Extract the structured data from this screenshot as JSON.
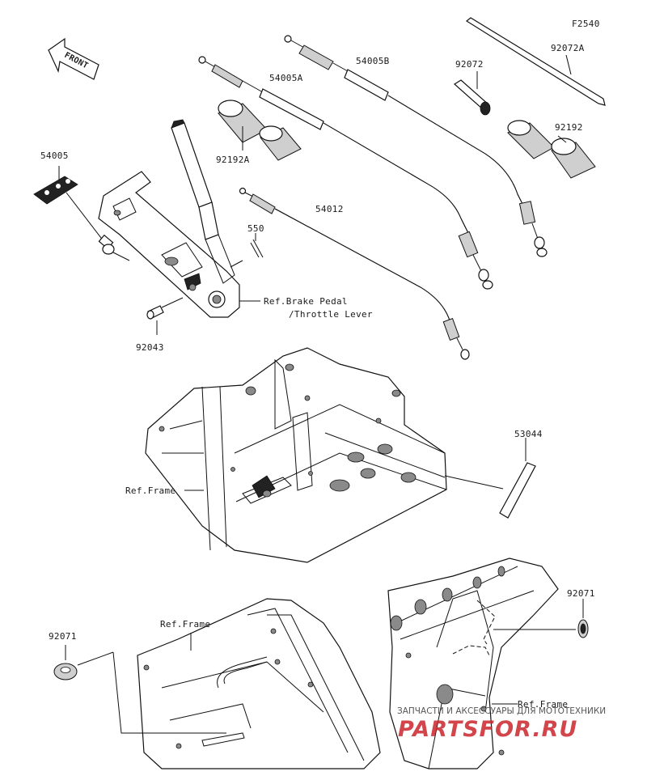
{
  "diagram": {
    "figure_code": "F2540",
    "front_label": "FRONT",
    "parts": {
      "p54005": "54005",
      "p54005A": "54005A",
      "p54005B": "54005B",
      "p92072": "92072",
      "p92072A": "92072A",
      "p92192": "92192",
      "p92192A": "92192A",
      "p54012": "54012",
      "p550": "550",
      "p92043": "92043",
      "p53044": "53044",
      "p92071_left": "92071",
      "p92071_right": "92071"
    },
    "refs": {
      "brake_line1": "Ref.Brake Pedal",
      "brake_line2": "/Throttle Lever",
      "frame_mid": "Ref.Frame",
      "frame_bottom": "Ref.Frame",
      "frame_right": "Ref.Frame"
    }
  },
  "watermark": {
    "tagline": "ЗАПЧАСТИ И АКСЕССУАРЫ ДЛЯ МОТОТЕХНИКИ",
    "brand": "PARTSFOR.RU"
  }
}
